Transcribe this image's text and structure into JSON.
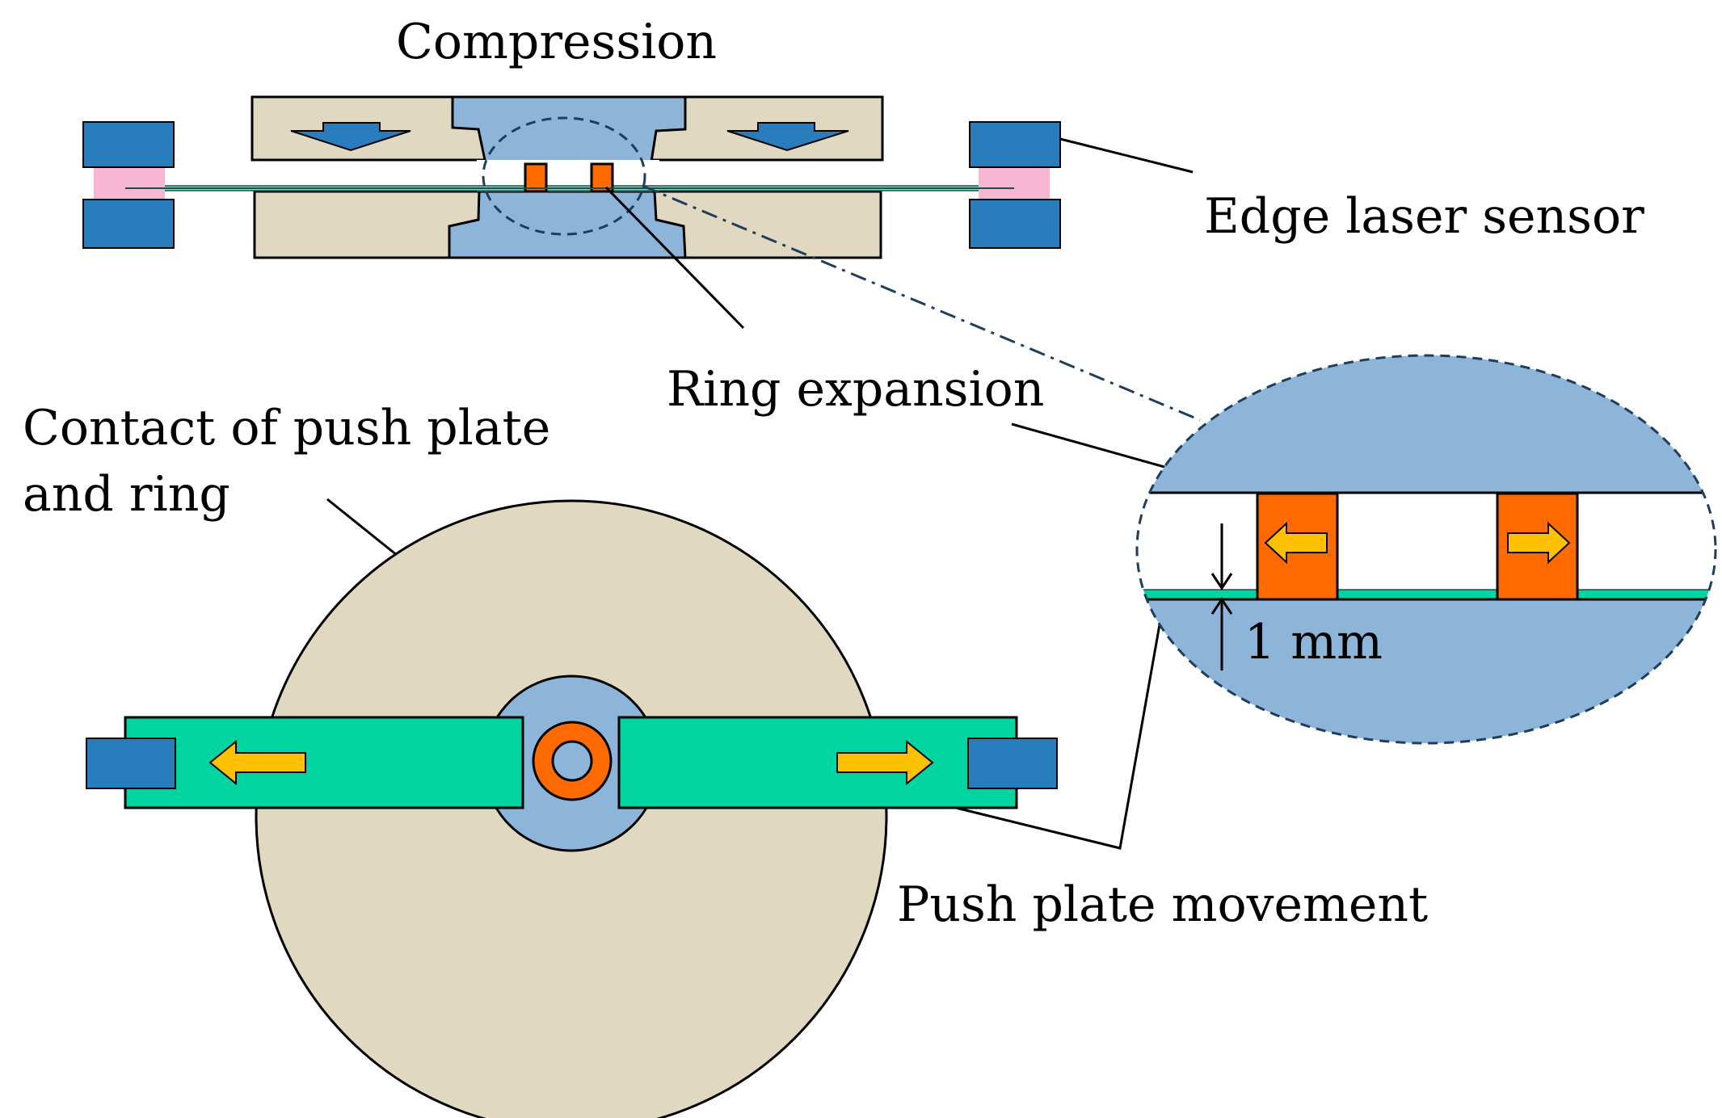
{
  "labels": {
    "compression": "Compression",
    "edge_sensor": "Edge laser sensor",
    "ring_expansion": "Ring expansion",
    "contact_line1": "Contact of push plate",
    "contact_line2": "and ring",
    "gap": "1 mm",
    "push_plate": "Push plate movement"
  },
  "colors": {
    "die_beige": "#e0d8c0",
    "punch_blue": "#8db4d9",
    "sensor_blue": "#2a7dbd",
    "ring_orange": "#ff6a00",
    "plate_green": "#00d4a0",
    "arrow_yellow": "#ffc000",
    "laser_pink": "#f7b6d2",
    "dash_navy": "#1f3d5c"
  }
}
